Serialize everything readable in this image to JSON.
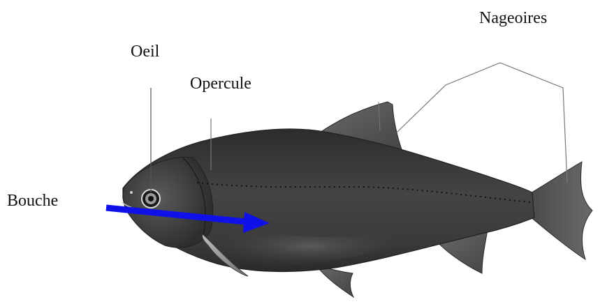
{
  "labels": {
    "nageoires": "Nageoires",
    "oeil": "Oeil",
    "opercule": "Opercule",
    "bouche": "Bouche"
  },
  "colors": {
    "arrow": "#1010e8",
    "body": "#3a3a3a",
    "fin": "#5a5a5a",
    "leader_line": "#555555",
    "text": "#111111"
  },
  "icons": {
    "fish": "fish-illustration",
    "arrow": "water-flow-arrow"
  }
}
